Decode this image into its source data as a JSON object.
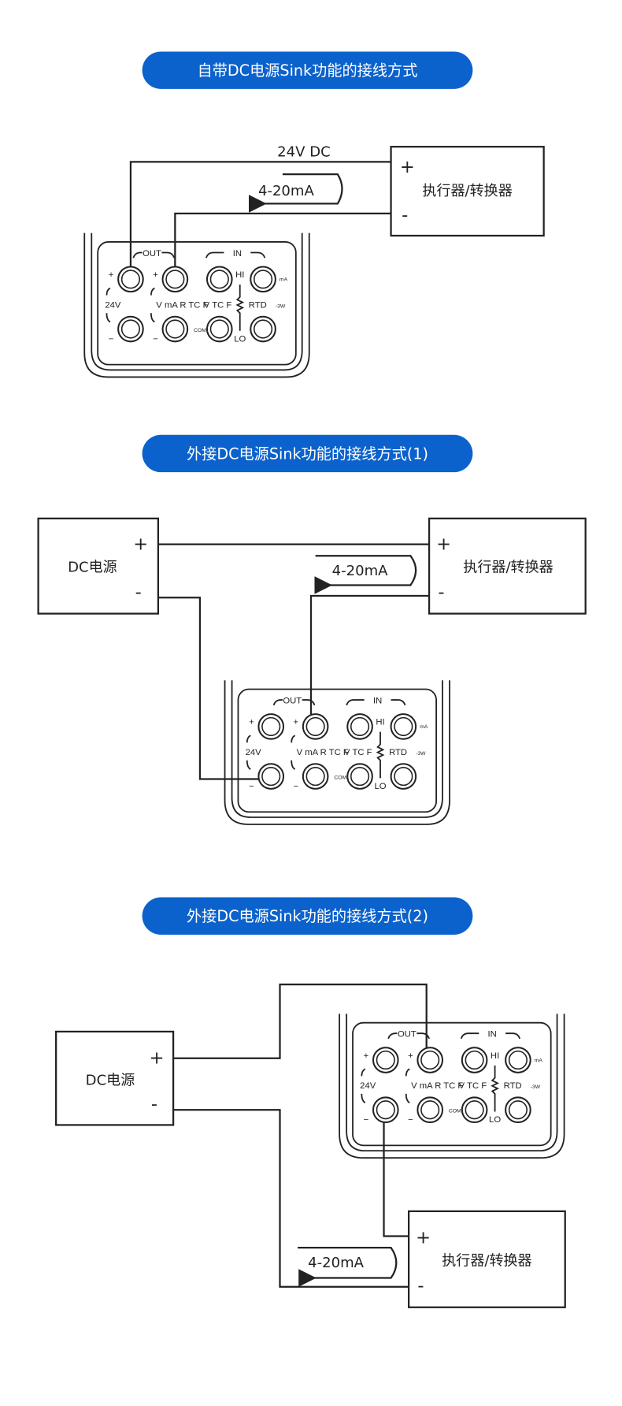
{
  "accent_color": "#0b62cc",
  "sections": [
    {
      "title": "自带DC电源Sink功能的接线方式",
      "supply_label": "24V DC",
      "current_label": "4-20mA",
      "device_label": "执行器/转换器",
      "plus": "+",
      "minus": "-"
    },
    {
      "title": "外接DC电源Sink功能的接线方式(1)",
      "source_label": "DC电源",
      "current_label": "4-20mA",
      "device_label": "执行器/转换器",
      "plus": "+",
      "minus": "-"
    },
    {
      "title": "外接DC电源Sink功能的接线方式(2)",
      "source_label": "DC电源",
      "current_label": "4-20mA",
      "device_label": "执行器/转换器",
      "plus": "+",
      "minus": "-"
    }
  ],
  "panel": {
    "out": "OUT",
    "in": "IN",
    "plus": "+",
    "minus": "−",
    "v24": "24V",
    "out_modes": "V mA R TC F",
    "hi": "HI",
    "in_modes": "V TC F",
    "rtd": "RTD",
    "rtd_suffix": "-3W",
    "lo": "LO",
    "tag_ma": "mA",
    "tag_com": "COM"
  }
}
